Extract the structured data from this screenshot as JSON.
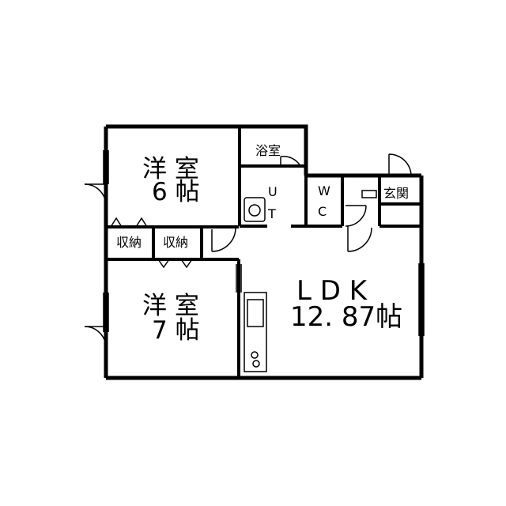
{
  "floor_plan": {
    "rooms": [
      {
        "id": "western-room-6",
        "name": "洋 室",
        "size": "6 帖"
      },
      {
        "id": "western-room-7",
        "name": "洋 室",
        "size": "7 帖"
      },
      {
        "id": "bathroom",
        "name": "浴室"
      },
      {
        "id": "utility",
        "name": "U",
        "name2": "T"
      },
      {
        "id": "toilet",
        "name": "W",
        "name2": "C"
      },
      {
        "id": "entrance",
        "name": "玄関"
      },
      {
        "id": "storage-1",
        "name": "収納"
      },
      {
        "id": "storage-2",
        "name": "収納"
      },
      {
        "id": "ldk",
        "name": "L D K",
        "size": "12. 87帖"
      }
    ]
  }
}
